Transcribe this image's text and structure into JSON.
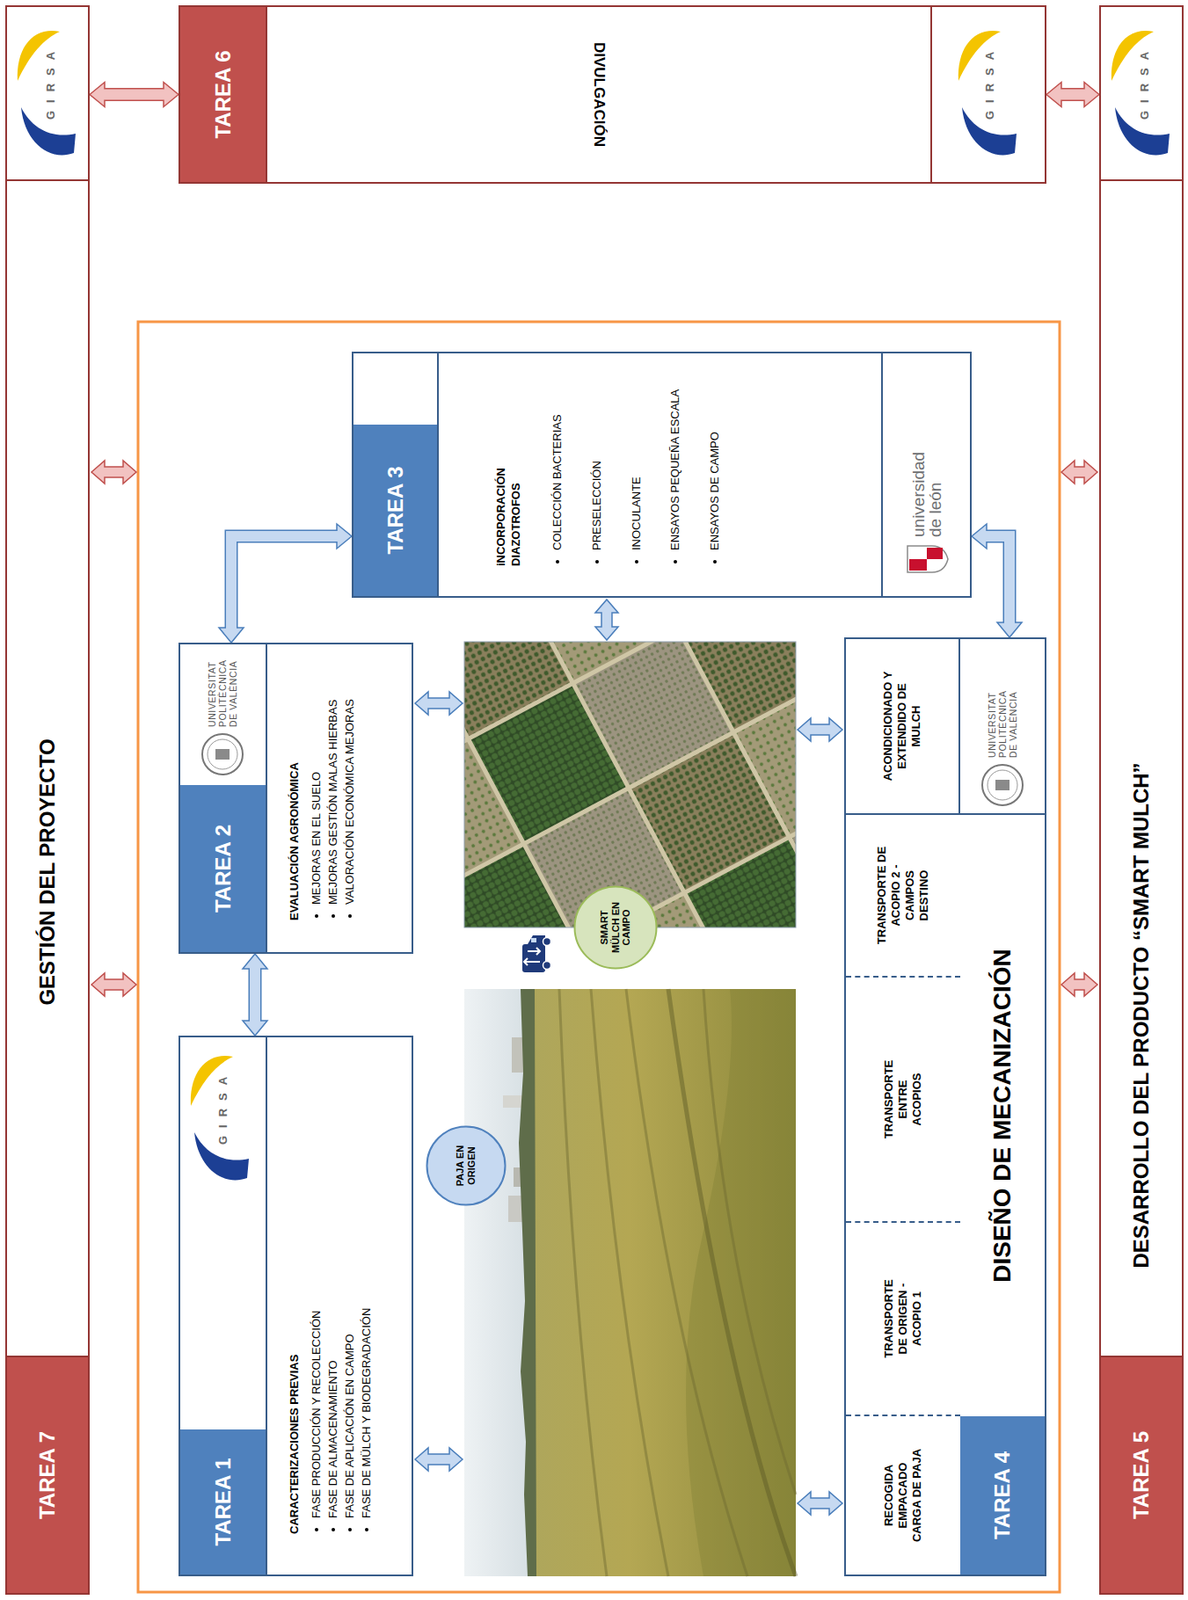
{
  "diagram": {
    "nodes": [
      {
        "text": [
          "GESTIÓN DEL PROYECTO"
        ]
      },
      {
        "text": [
          "TAREA 7"
        ],
        "in": 0
      },
      {
        "text": [
          "TAREA 6",
          "DIVULGACIÓN"
        ]
      },
      {
        "text": [
          "TAREA 1",
          "CARACTERIZACIONES PREVIAS",
          "FASE PRODUCCIÓN Y RECOLECCIÓN",
          "FASE DE ALMACENAMIENTO",
          "FASE DE APLICACIÓN EN CAMPO",
          "FASE DE MÜLCH Y BIODEGRADACIÓN"
        ]
      },
      {
        "text": [
          "TAREA 2",
          "EVALUACIÓN AGRONÓMICA",
          "MEJORAS EN EL SUELO",
          "MEJORAS GESTIÓN MALAS HIERBAS",
          "VALORACIÓN ECONÓMICA MEJORAS"
        ]
      },
      {
        "text": [
          "TAREA 3",
          "iNCORPORACIÓN DIAZOTROFOS",
          "COLECCIÓN BACTERIAS",
          "PRESELECCIÓN",
          "INOCULANTE",
          "ENSAYOS PEQUEÑA ESCALA",
          "ENSAYOS DE CAMPO"
        ]
      },
      {
        "text": [
          "PAJA EN ORIGEN"
        ]
      },
      {
        "text": [
          "SMART MÜLCH EN CAMPO"
        ]
      },
      {
        "text": [
          "TAREA 4",
          "DISEÑO DE MECANIZACIÓN"
        ]
      },
      {
        "text": [
          "RECOGIDA EMPACADO CARGA DE PAJA"
        ],
        "in": 8
      },
      {
        "text": [
          "TRANSPORTE DE ORIGEN - ACOPIO 1"
        ],
        "in": 8
      },
      {
        "text": [
          "TRANSPORTE ENTRE ACOPIOS"
        ],
        "in": 8
      },
      {
        "text": [
          "TRANSPORTE DE ACOPIO 2 - CAMPOS DESTINO"
        ],
        "in": 8
      },
      {
        "text": [
          "ACONDICIONADO Y EXTENDIDO DE MULCH"
        ],
        "in": 8
      },
      {
        "text": [
          "DESARROLLO DEL PRODUCTO “SMART MULCH”"
        ]
      },
      {
        "text": [
          "TAREA 5"
        ],
        "in": 14
      }
    ],
    "edges": [
      {
        "from": 3,
        "to": 4,
        "arrow": "both"
      },
      {
        "from": 4,
        "to": 5,
        "arrow": "both"
      },
      {
        "from": 5,
        "to": 8,
        "arrow": "both"
      },
      {
        "from": 0,
        "to": 2,
        "arrow": "both"
      },
      {
        "from": 2,
        "to": 14,
        "arrow": "both"
      }
    ],
    "labels": [
      "GIRSA",
      "GIRSA",
      "GIRSA",
      "GIRSA",
      "UNIVERSITAT POLITÈCNICA DE VALÈNCIA",
      "UNIVERSITAT POLITÈCNICA DE VALÈNCIA",
      "universidad de león"
    ]
  }
}
